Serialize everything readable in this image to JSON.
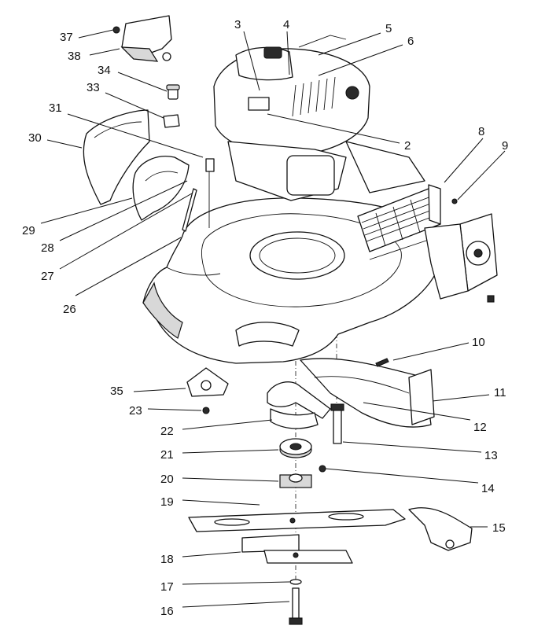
{
  "diagram": {
    "callouts": [
      {
        "id": "c2",
        "label": "2"
      },
      {
        "id": "c3",
        "label": "3"
      },
      {
        "id": "c4",
        "label": "4"
      },
      {
        "id": "c5",
        "label": "5"
      },
      {
        "id": "c6",
        "label": "6"
      },
      {
        "id": "c8",
        "label": "8"
      },
      {
        "id": "c9",
        "label": "9"
      },
      {
        "id": "c10",
        "label": "10"
      },
      {
        "id": "c11",
        "label": "11"
      },
      {
        "id": "c12",
        "label": "12"
      },
      {
        "id": "c13",
        "label": "13"
      },
      {
        "id": "c14",
        "label": "14"
      },
      {
        "id": "c15",
        "label": "15"
      },
      {
        "id": "c16",
        "label": "16"
      },
      {
        "id": "c17",
        "label": "17"
      },
      {
        "id": "c18",
        "label": "18"
      },
      {
        "id": "c19",
        "label": "19"
      },
      {
        "id": "c20",
        "label": "20"
      },
      {
        "id": "c21",
        "label": "21"
      },
      {
        "id": "c22",
        "label": "22"
      },
      {
        "id": "c23",
        "label": "23"
      },
      {
        "id": "c26",
        "label": "26"
      },
      {
        "id": "c27",
        "label": "27"
      },
      {
        "id": "c28",
        "label": "28"
      },
      {
        "id": "c29",
        "label": "29"
      },
      {
        "id": "c30",
        "label": "30"
      },
      {
        "id": "c31",
        "label": "31"
      },
      {
        "id": "c33",
        "label": "33"
      },
      {
        "id": "c34",
        "label": "34"
      },
      {
        "id": "c35",
        "label": "35"
      },
      {
        "id": "c37",
        "label": "37"
      },
      {
        "id": "c38",
        "label": "38"
      }
    ]
  }
}
